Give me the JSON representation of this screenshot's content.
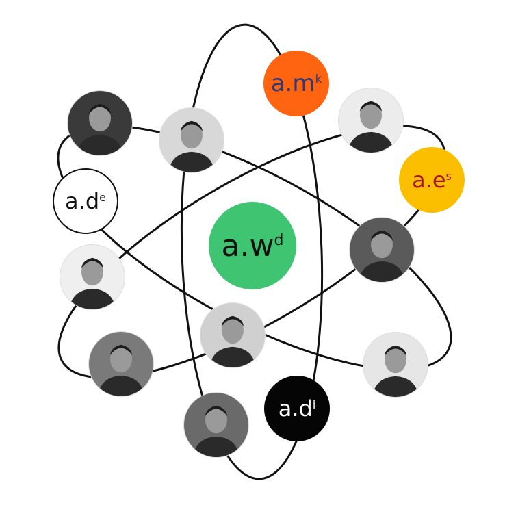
{
  "nodes": {
    "amk": {
      "base": "a.m",
      "sup": "k",
      "bg": "#ff6410",
      "fg": "#2e3a78"
    },
    "aes": {
      "base": "a.e",
      "sup": "s",
      "bg": "#fbbf00",
      "fg": "#a3162a"
    },
    "awd": {
      "base": "a.w",
      "sup": "d",
      "bg": "#3fc471",
      "fg": "#111111"
    },
    "ade": {
      "base": "a.d",
      "sup": "e",
      "bg": "#ffffff",
      "fg": "#111111"
    },
    "adi": {
      "base": "a.d",
      "sup": "i",
      "bg": "#050505",
      "fg": "#ffffff"
    }
  },
  "people_count": 9
}
